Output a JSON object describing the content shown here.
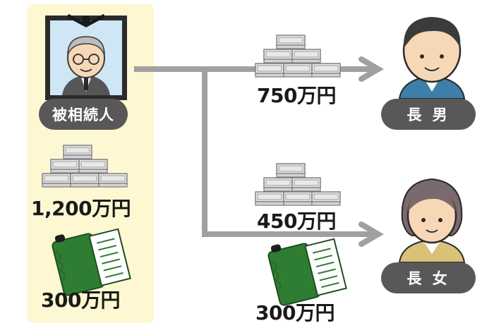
{
  "deceased": {
    "label": "被相続人",
    "cash": "1,200万円",
    "deposit": "300万円"
  },
  "heirs": [
    {
      "label": "長 男",
      "cash": "750万円"
    },
    {
      "label": "長 女",
      "cash": "450万円",
      "deposit": "300万円"
    }
  ],
  "colors": {
    "panel": "#fdf8d2",
    "arrow": "#a0a0a0",
    "pill": "#595757",
    "bankbook": "#2f7d32"
  }
}
